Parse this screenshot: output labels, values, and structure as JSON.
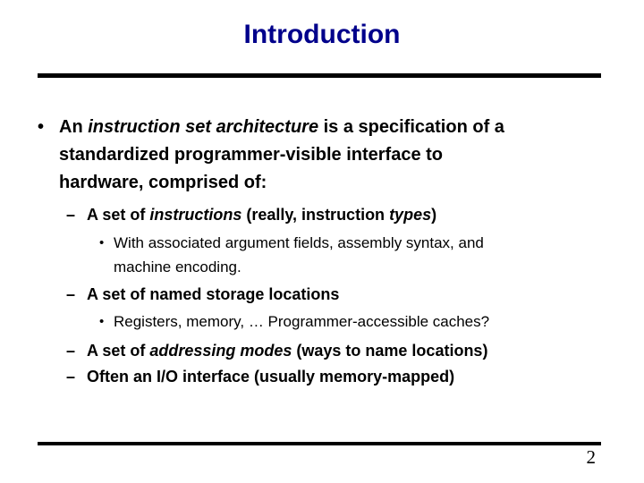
{
  "slide": {
    "title": "Introduction",
    "page_number": "2",
    "colors": {
      "title_text": "#00008B",
      "body_text": "#000000",
      "rule": "#000000",
      "background": "#ffffff"
    }
  },
  "markers": {
    "1": "•",
    "2": "–",
    "3": "•"
  },
  "bullets": [
    {
      "level": 1,
      "segments": [
        {
          "text": "An ",
          "bold": true
        },
        {
          "text": "instruction set architecture",
          "bold": true,
          "italic": true
        },
        {
          "text": " is a specification of a\nstandardized programmer-visible interface to\nhardware, comprised of:",
          "bold": true
        }
      ]
    },
    {
      "level": 2,
      "segments": [
        {
          "text": "A set of ",
          "bold": true
        },
        {
          "text": "instructions",
          "bold": true,
          "italic": true
        },
        {
          "text": " (really, instruction ",
          "bold": true
        },
        {
          "text": "types",
          "bold": true,
          "italic": true
        },
        {
          "text": ")",
          "bold": true
        }
      ]
    },
    {
      "level": 3,
      "segments": [
        {
          "text": "With associated argument fields, assembly syntax, and\nmachine encoding."
        }
      ]
    },
    {
      "level": 2,
      "segments": [
        {
          "text": "A set of named storage locations",
          "bold": true
        }
      ]
    },
    {
      "level": 3,
      "segments": [
        {
          "text": "Registers, memory, … Programmer-accessible caches?"
        }
      ]
    },
    {
      "level": 2,
      "segments": [
        {
          "text": "A set of ",
          "bold": true
        },
        {
          "text": "addressing modes",
          "bold": true,
          "italic": true
        },
        {
          "text": " (ways to name locations)",
          "bold": true
        }
      ]
    },
    {
      "level": 2,
      "segments": [
        {
          "text": "Often an I/O interface (usually memory-mapped)",
          "bold": true
        }
      ]
    }
  ]
}
